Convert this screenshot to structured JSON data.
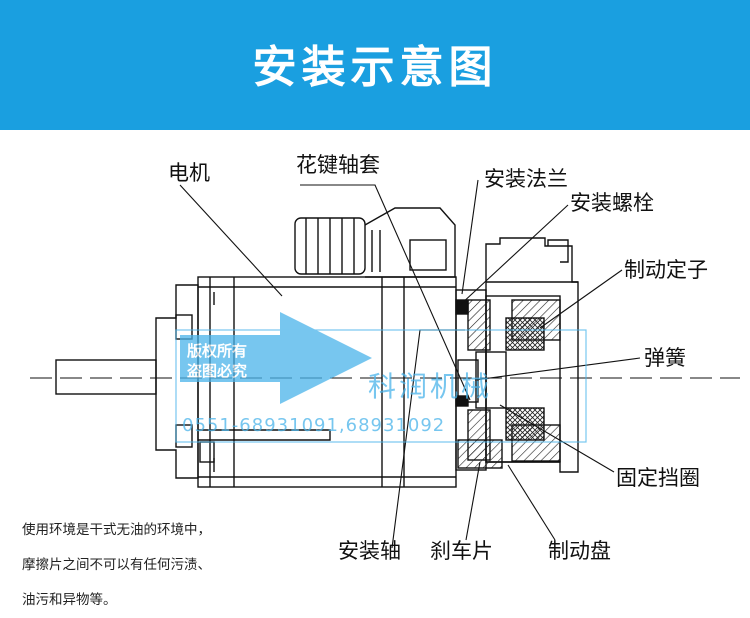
{
  "title": "安装示意图",
  "colors": {
    "banner": "#1a9fe0",
    "watermark": "#4ab4ea"
  },
  "labels": {
    "motor": "电机",
    "spline_sleeve": "花键轴套",
    "mount_flange": "安装法兰",
    "mount_bolt": "安装螺栓",
    "brake_stator": "制动定子",
    "spring": "弹簧",
    "fixed_ring": "固定挡圈",
    "mount_shaft": "安装轴",
    "brake_pad": "刹车片",
    "brake_disc": "制动盘"
  },
  "watermark": {
    "copyright_line1": "版权所有",
    "copyright_line2": "盗图必究",
    "company": "科润机械",
    "phone": "0551-68931091,68931092"
  },
  "note": [
    "使用环境是干式无油的环境中，",
    "摩擦片之间不可以有任何污渍、",
    "油污和异物等。"
  ]
}
